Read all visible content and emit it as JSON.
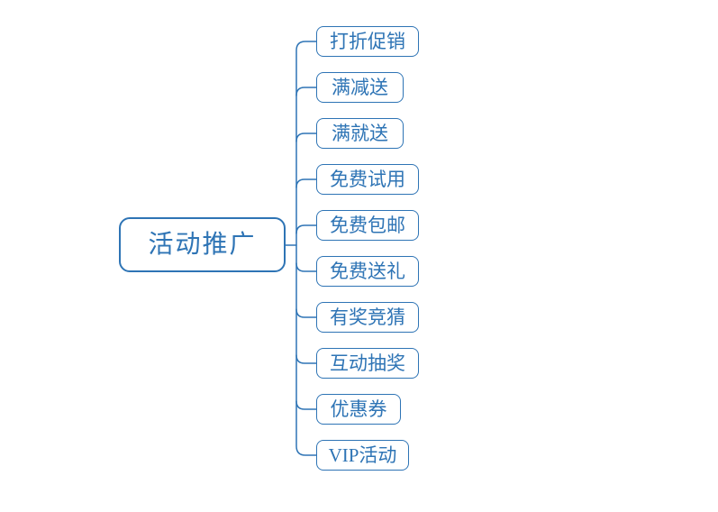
{
  "mindmap": {
    "root": {
      "label": "活动推广"
    },
    "children": [
      {
        "label": "打折促销"
      },
      {
        "label": "满减送"
      },
      {
        "label": "满就送"
      },
      {
        "label": "免费试用"
      },
      {
        "label": "免费包邮"
      },
      {
        "label": "免费送礼"
      },
      {
        "label": "有奖竞猜"
      },
      {
        "label": "互动抽奖"
      },
      {
        "label": "优惠券"
      },
      {
        "label": "VIP活动"
      }
    ]
  },
  "colors": {
    "line": "#2E74B5",
    "text": "#2E74B5",
    "background": "#FFFFFF"
  }
}
